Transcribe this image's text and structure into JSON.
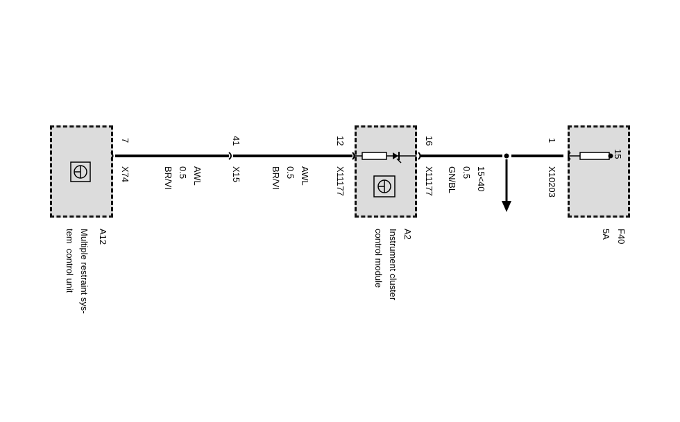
{
  "components": [
    {
      "id": "A12",
      "name": "Multiple restraint sys-\ntem  control unit"
    },
    {
      "id": "A2",
      "name": "Instrument cluster\ncontrol module"
    },
    {
      "id": "F40",
      "name": "5A"
    }
  ],
  "connectors": {
    "a12_pin": "7",
    "a12_conn": "X74",
    "x15_pin": "41",
    "x15_conn": "X15",
    "a2_in_pin": "12",
    "a2_in_conn": "X11177",
    "a2_out_pin": "16",
    "a2_out_conn": "X11177",
    "f40_pin": "1",
    "f40_conn": "X10203",
    "f40_term": "15"
  },
  "wires": [
    {
      "text": "AWL\n0.5\nBR/VI"
    },
    {
      "text": "AWL\n0.5\nBR/VI"
    },
    {
      "text": "15<40\n0.5\nGN/BL"
    }
  ]
}
